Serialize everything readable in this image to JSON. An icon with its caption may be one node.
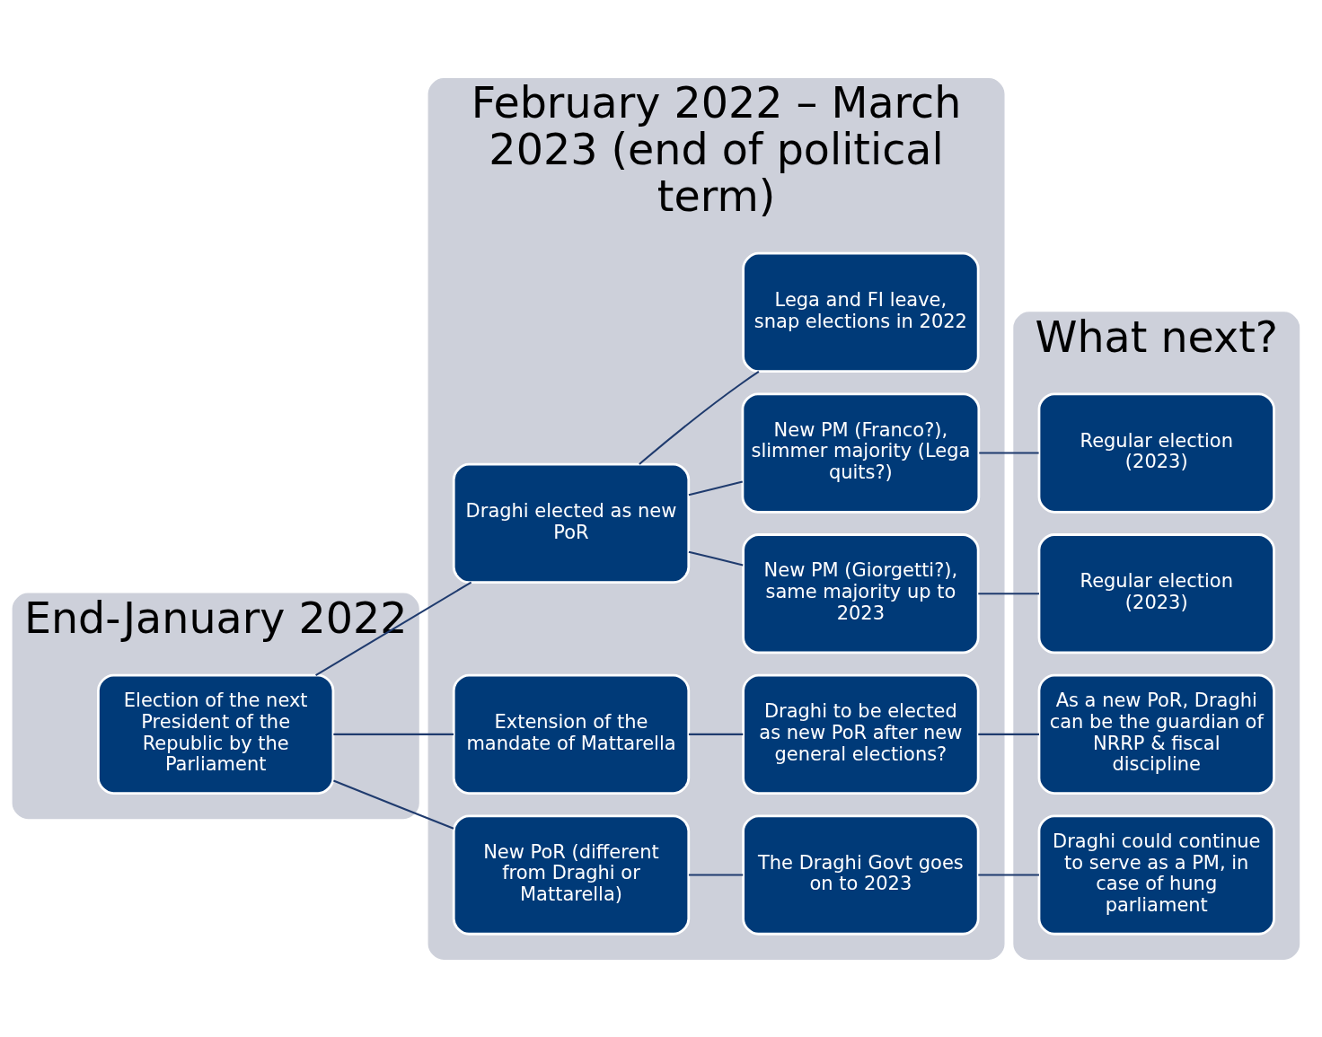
{
  "diagram": {
    "nodes": [
      {
        "text": [
          "End-January 2022"
        ]
      },
      {
        "text": [
          "February 2022 – March 2023 (end of political term)"
        ]
      },
      {
        "text": [
          "What next?"
        ]
      },
      {
        "text": [
          "Election of the next President of the Republic by the Parliament"
        ],
        "in": 0
      },
      {
        "text": [
          "Draghi elected as new PoR"
        ],
        "in": 1
      },
      {
        "text": [
          "Extension of the mandate of Mattarella"
        ],
        "in": 1
      },
      {
        "text": [
          "New PoR (different from Draghi or Mattarella)"
        ],
        "in": 1
      },
      {
        "text": [
          "New PM (Giorgetti?), same majority up to 2023"
        ],
        "in": 1
      },
      {
        "text": [
          "New PM (Franco?), slimmer majority (Lega quits?)"
        ],
        "in": 1
      },
      {
        "text": [
          "Lega and FI leave, snap elections in 2022"
        ],
        "in": 1
      },
      {
        "text": [
          "Draghi to be elected as new PoR after new general elections?"
        ],
        "in": 1
      },
      {
        "text": [
          "The Draghi Govt goes on to 2023"
        ],
        "in": 1
      },
      {
        "text": [
          "Regular election (2023)"
        ],
        "in": 2
      },
      {
        "text": [
          "Regular election (2023)"
        ],
        "in": 2
      },
      {
        "text": [
          "As a new PoR, Draghi can be the guardian of NRRP & fiscal discipline"
        ],
        "in": 2
      },
      {
        "text": [
          "Draghi could continue to serve as a PM, in case of hung parliament"
        ],
        "in": 2
      }
    ],
    "edges": [
      {
        "from": 3,
        "to": 4,
        "arrow": "none"
      },
      {
        "from": 3,
        "to": 5,
        "arrow": "none"
      },
      {
        "from": 3,
        "to": 6,
        "arrow": "none"
      },
      {
        "from": 4,
        "to": 7,
        "arrow": "none"
      },
      {
        "from": 4,
        "to": 8,
        "arrow": "none"
      },
      {
        "from": 4,
        "to": 9,
        "arrow": "none"
      },
      {
        "from": 5,
        "to": 10,
        "arrow": "none"
      },
      {
        "from": 6,
        "to": 11,
        "arrow": "none"
      },
      {
        "from": 7,
        "to": 12,
        "arrow": "none"
      },
      {
        "from": 8,
        "to": 13,
        "arrow": "none"
      },
      {
        "from": 10,
        "to": 14,
        "arrow": "none"
      },
      {
        "from": 11,
        "to": 15,
        "arrow": "none"
      }
    ]
  }
}
